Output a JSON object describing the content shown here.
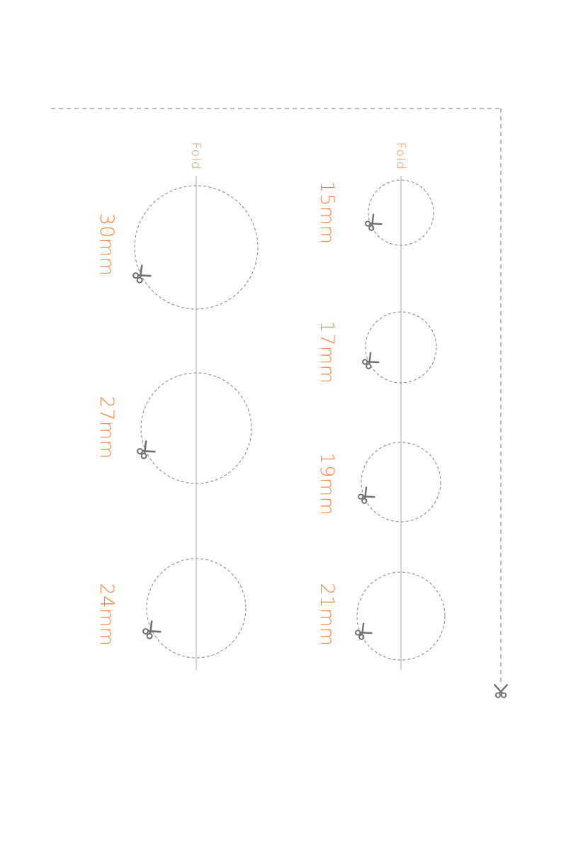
{
  "colors": {
    "accent": "#f0894a",
    "fold_line": "#b8b8b8",
    "cut_line": "#8c8c8c",
    "scissors": "#707070",
    "background": "#ffffff"
  },
  "icon": "scissors-icon",
  "fold_label": "Fold",
  "strips": [
    {
      "fold_label": "Fold",
      "circles": [
        {
          "label": "15mm",
          "diameter_mm": 15
        },
        {
          "label": "17mm",
          "diameter_mm": 17
        },
        {
          "label": "19mm",
          "diameter_mm": 19
        },
        {
          "label": "21mm",
          "diameter_mm": 21
        }
      ]
    },
    {
      "fold_label": "Fold",
      "circles": [
        {
          "label": "30mm",
          "diameter_mm": 30
        },
        {
          "label": "27mm",
          "diameter_mm": 27
        },
        {
          "label": "24mm",
          "diameter_mm": 24
        }
      ]
    }
  ]
}
